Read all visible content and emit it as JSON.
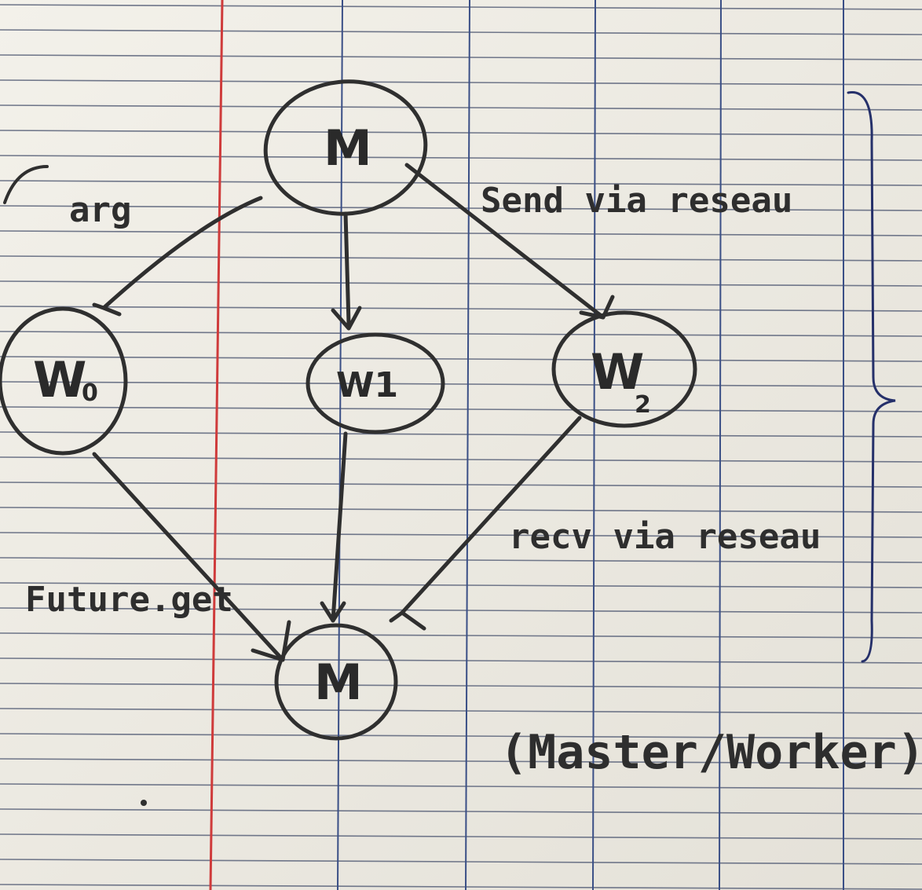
{
  "diagram": {
    "nodes": {
      "master_top": "M",
      "w0": "W",
      "w0_sub": "0",
      "w1": "W1",
      "w2": "W",
      "w2_sub": "2",
      "master_bottom": "M"
    },
    "annotations": {
      "arg": "arg",
      "send": "Send via reseau",
      "recv": "recv via reseau",
      "future_get": "Future.get",
      "pattern": "(Master/Worker)"
    }
  }
}
